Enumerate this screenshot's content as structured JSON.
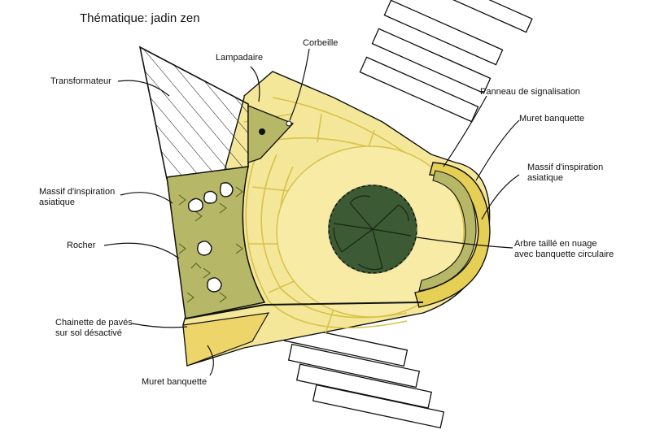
{
  "title": "Thématique: jadin zen",
  "labels": {
    "transformateur": "Transformateur",
    "lampadaire": "Lampadaire",
    "corbeille": "Corbeille",
    "panneau": "Panneau de signalisation",
    "muret_right": "Muret banquette",
    "massif_right_1": "Massif d'inspiration",
    "massif_right_2": "asiatique",
    "massif_left_1": "Massif d'inspiration",
    "massif_left_2": "asiatique",
    "rocher": "Rocher",
    "arbre_1": "Arbre taillé en nuage",
    "arbre_2": "avec banquette circulaire",
    "chainette_1": "Chainette de pavés",
    "chainette_2": "sur sol désactivé",
    "muret_bottom": "Muret banquette"
  },
  "colors": {
    "paving": "#f4e79a",
    "paving_dark": "#e6cf55",
    "massif": "#b7b867",
    "tree": "#3c5a33",
    "outline": "#111111"
  }
}
